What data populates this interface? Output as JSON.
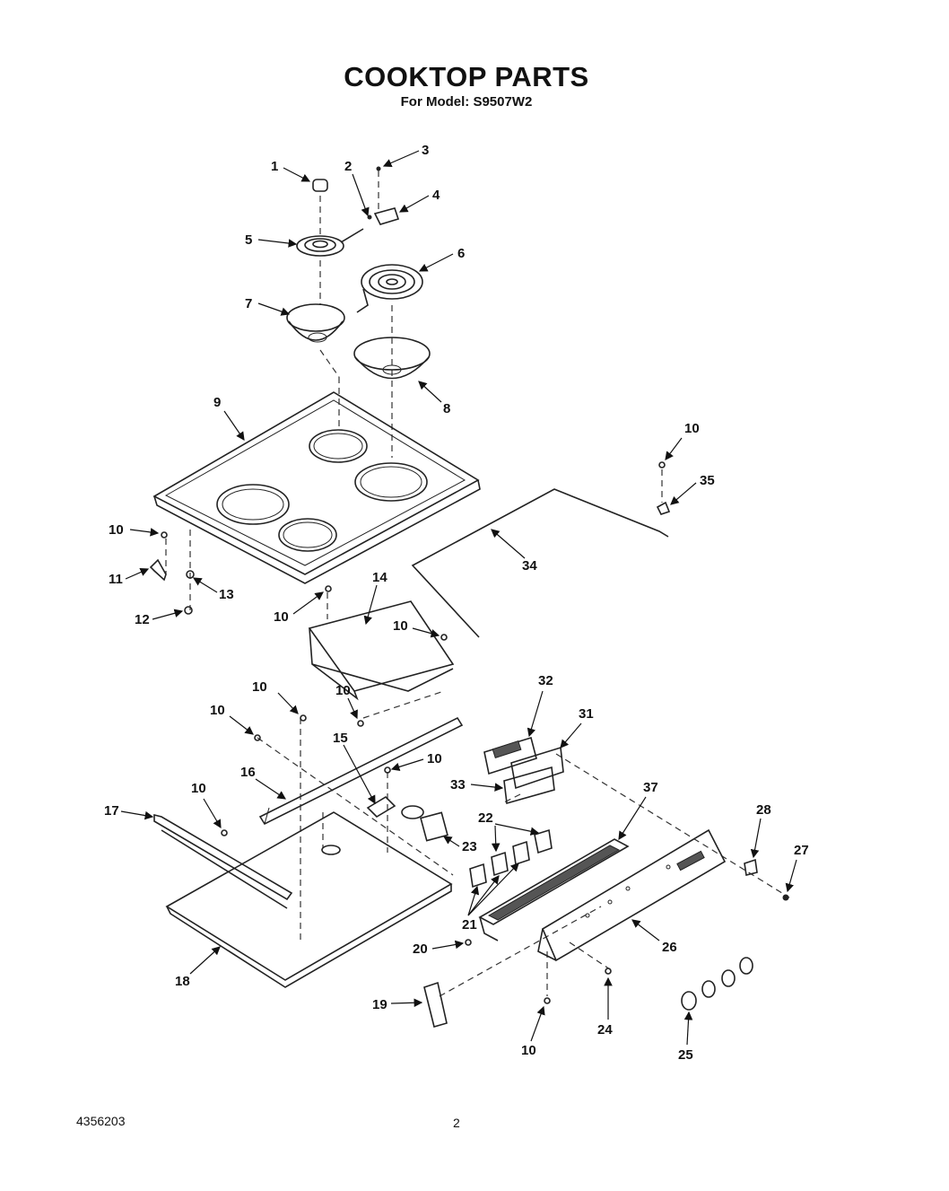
{
  "title": "COOKTOP PARTS",
  "subtitle": "For Model: S9507W2",
  "document_number": "4356203",
  "page_number": "2",
  "callouts": [
    "1",
    "2",
    "3",
    "4",
    "5",
    "6",
    "7",
    "8",
    "9",
    "10",
    "11",
    "12",
    "13",
    "14",
    "15",
    "16",
    "17",
    "18",
    "19",
    "20",
    "21",
    "22",
    "23",
    "24",
    "25",
    "26",
    "27",
    "28",
    "31",
    "32",
    "33",
    "34",
    "35",
    "37"
  ]
}
